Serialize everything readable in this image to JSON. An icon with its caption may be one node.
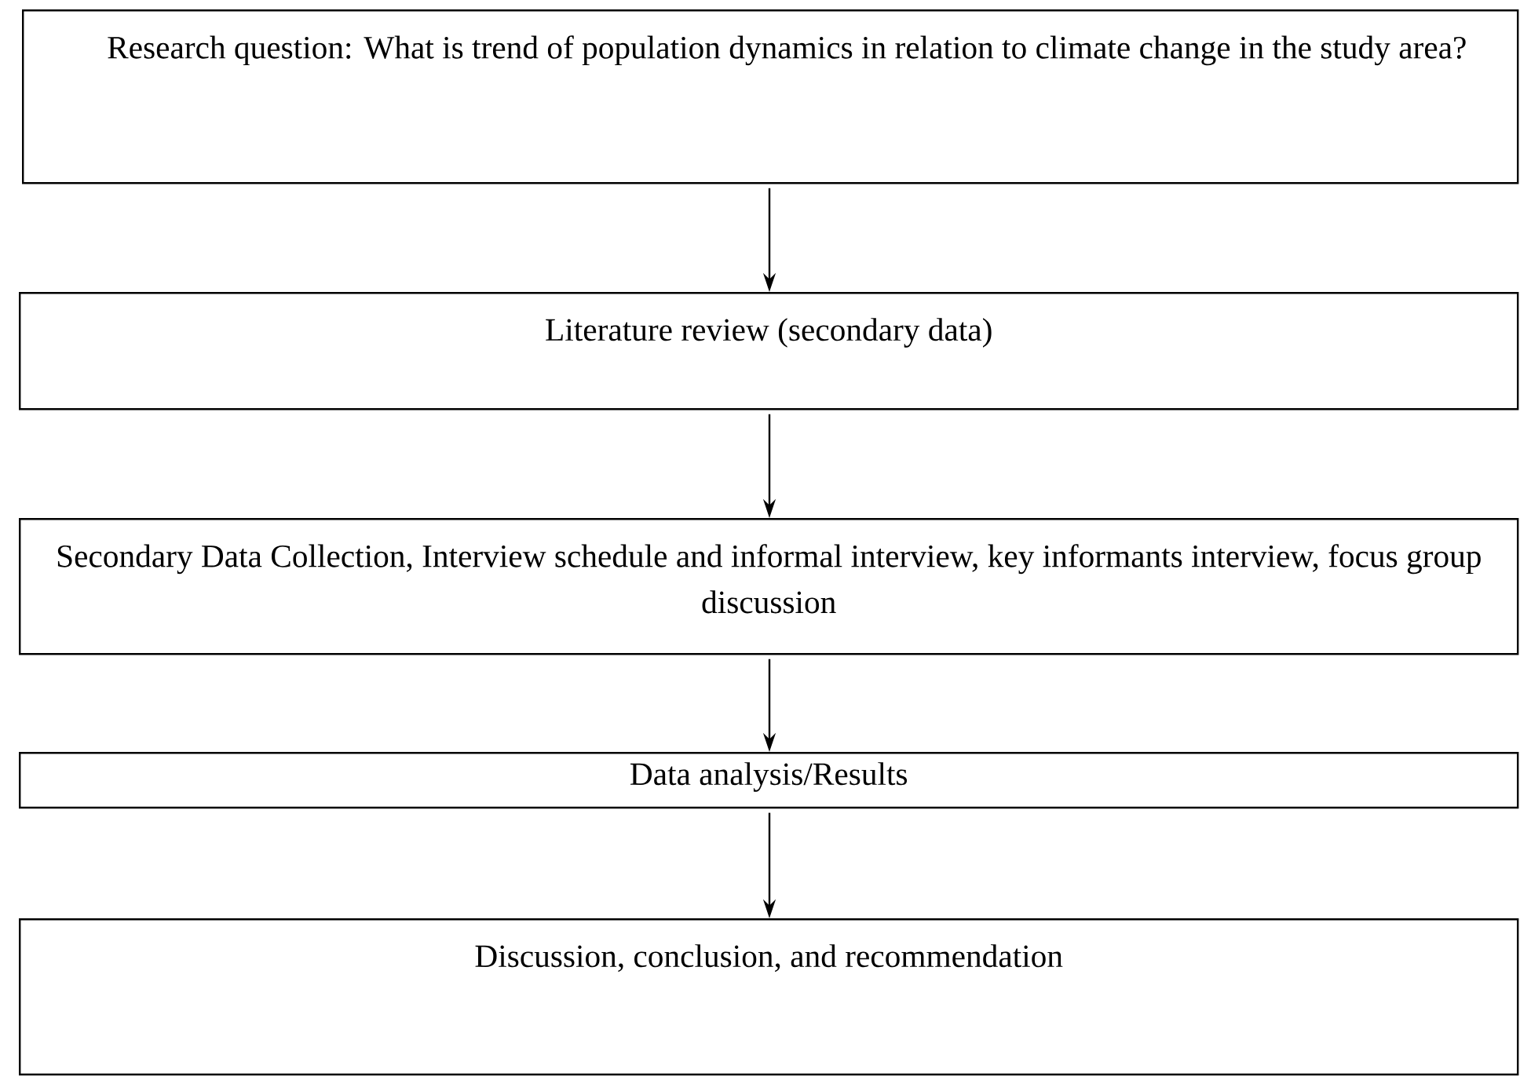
{
  "diagram": {
    "nodes": [
      {
        "text": [
          "Research question: What is trend of population dynamics in relation to climate change in the study area?"
        ]
      },
      {
        "text": [
          "Literature review (secondary data)"
        ]
      },
      {
        "text": [
          "Secondary Data Collection, Interview schedule and informal interview, key informants interview, focus group discussion"
        ]
      },
      {
        "text": [
          "Data analysis/Results"
        ]
      },
      {
        "text": [
          "Discussion, conclusion, and recommendation"
        ]
      }
    ],
    "edges": [
      {
        "from": 0,
        "to": 1,
        "arrow": "to"
      },
      {
        "from": 1,
        "to": 2,
        "arrow": "to"
      },
      {
        "from": 2,
        "to": 3,
        "arrow": "to"
      },
      {
        "from": 3,
        "to": 4,
        "arrow": "to"
      }
    ]
  }
}
